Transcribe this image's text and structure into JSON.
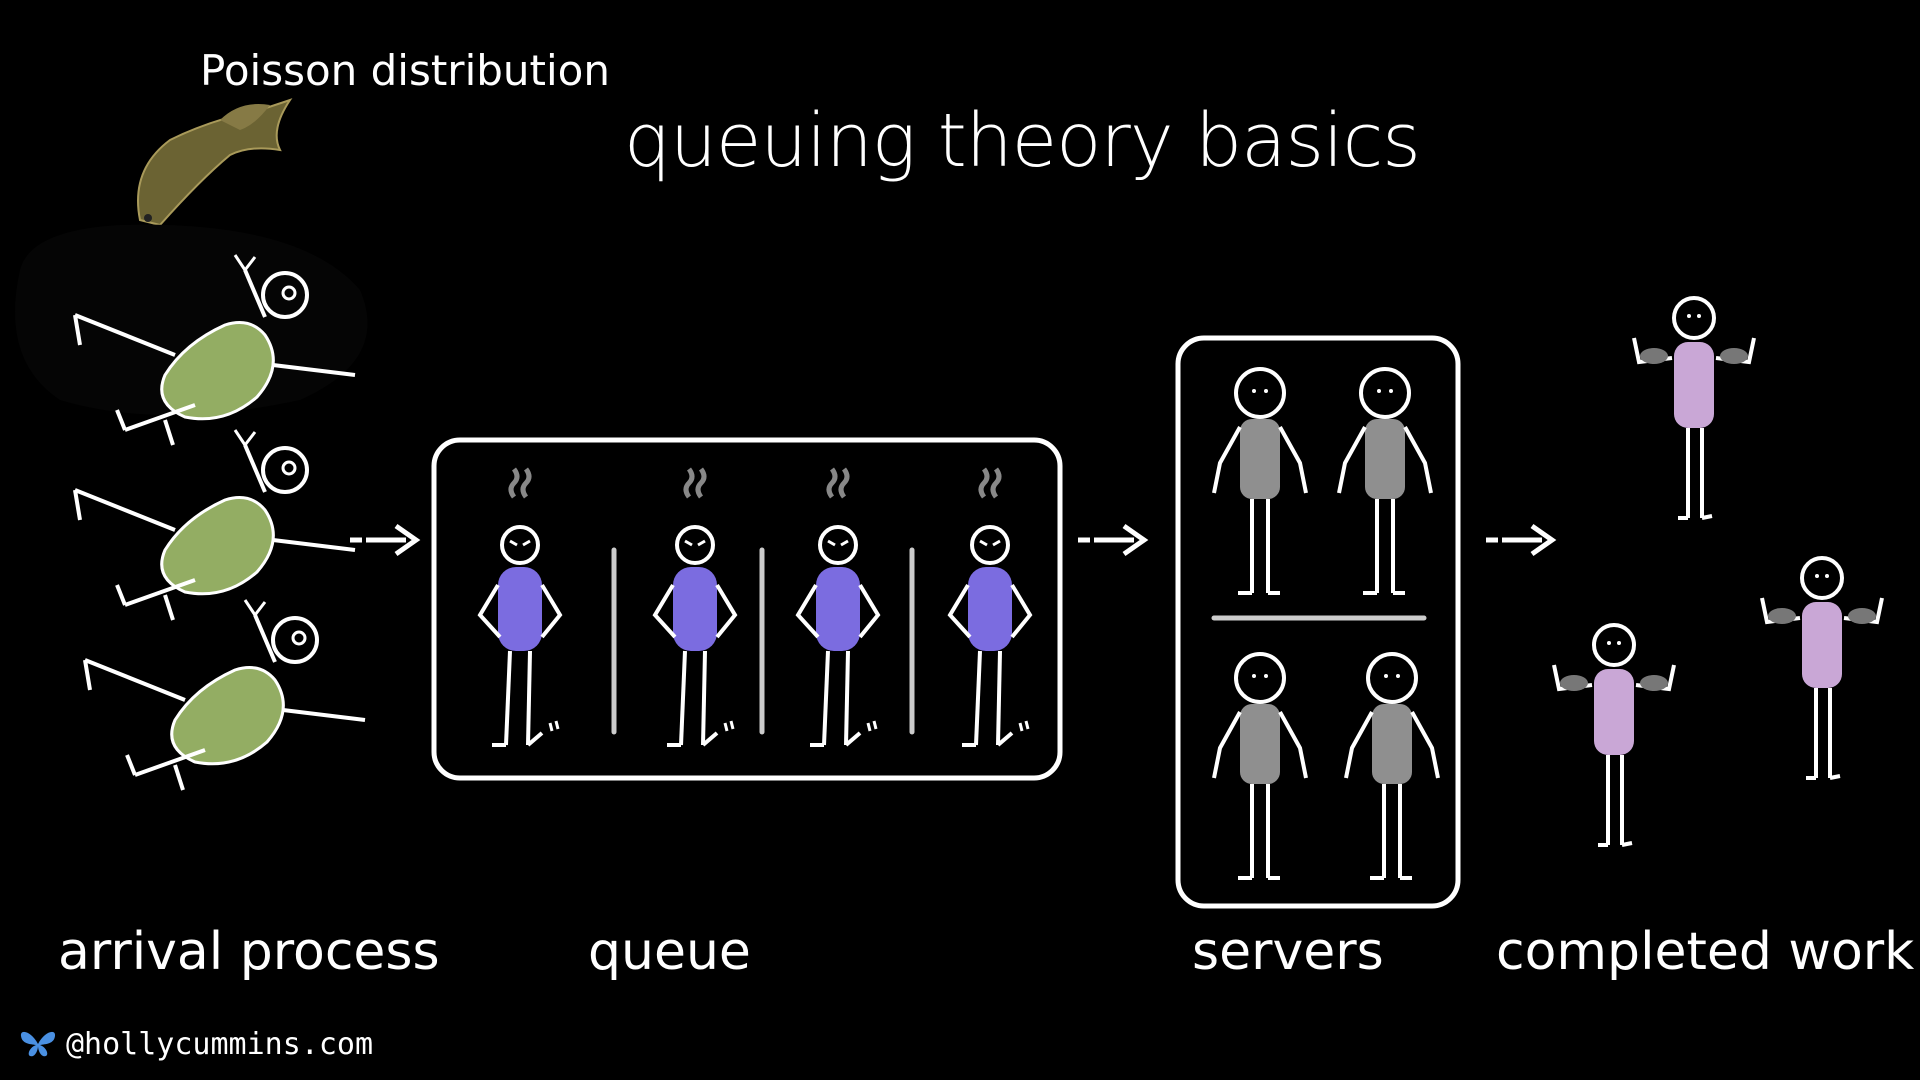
{
  "slide": {
    "title": "queuing theory basics",
    "subtitle": "Poisson distribution",
    "labels": {
      "arrival": "arrival process",
      "queue": "queue",
      "servers": "servers",
      "completed": "completed work"
    },
    "handle": "@hollycummins.com"
  },
  "colors": {
    "background": "#000000",
    "arrival_body": "#93ad63",
    "queue_body": "#7b6ce0",
    "server_body": "#8f8f8f",
    "done_body": "#c9a7d6",
    "fish": "#6b6333",
    "butterfly": "#4a90e2"
  },
  "icons": {
    "fish": "fish-icon",
    "butterfly": "butterfly-icon",
    "arrow": "arrow-right-icon"
  }
}
